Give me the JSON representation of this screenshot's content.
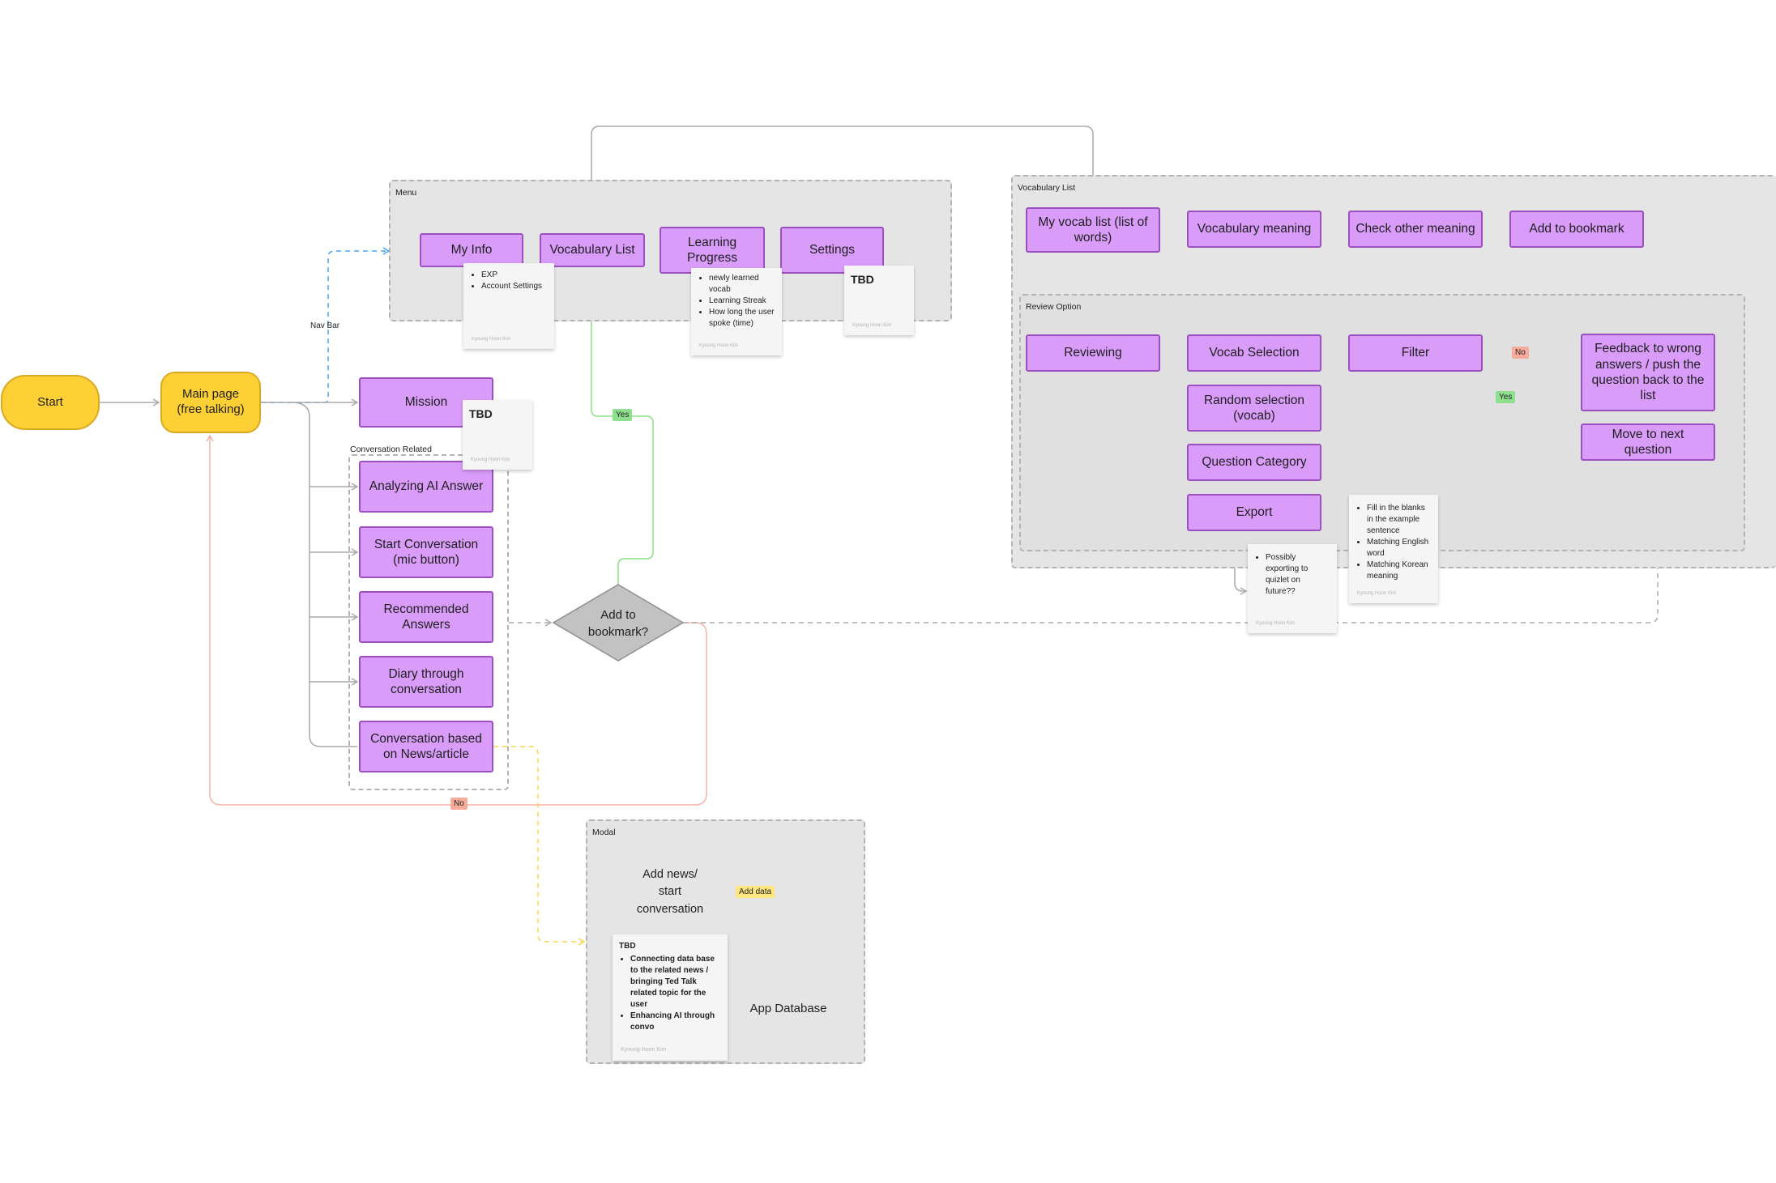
{
  "colors": {
    "terminal_fill": "#fdd136",
    "process_fill": "#d99cf9",
    "process_border": "#9b4fc0",
    "decision_fill": "#c2c2c2",
    "input_fill": "#7eb2f7",
    "database_fill": "#fdd136",
    "edge_gray": "#aaaaaa",
    "edge_blue": "#4aa3f0",
    "edge_green": "#8ddd8b",
    "edge_red": "#f8b3a5",
    "edge_yellow": "#f7d64d"
  },
  "nodes": {
    "start": "Start",
    "main_page": "Main page\n(free talking)",
    "my_info": "My Info",
    "vocabulary_list": "Vocabulary List",
    "learning_progress": "Learning\nProgress",
    "settings": "Settings",
    "mission": "Mission",
    "analyzing_ai": "Analyzing AI Answer",
    "start_conversation": "Start Conversation\n(mic button)",
    "recommended_answers": "Recommended\nAnswers",
    "diary": "Diary through\nconversation",
    "conversation_news": "Conversation based\non News/article",
    "add_to_bookmark_decision": "Add to\nbookmark?",
    "add_news": "Add news/\nstart\nconversation",
    "app_database": "App Database",
    "my_vocab_list": "My vocab list (list of\nwords)",
    "vocabulary_meaning": "Vocabulary meaning",
    "check_other_meaning": "Check other meaning",
    "add_to_bookmark": "Add to bookmark",
    "reviewing": "Reviewing",
    "vocab_selection": "Vocab Selection",
    "filter": "Filter",
    "feedback": "Feedback to wrong\nanswers / push the\nquestion back to the\nlist",
    "random_selection": "Random selection\n(vocab)",
    "move_next": "Move to next question",
    "question_category": "Question Category",
    "export": "Export"
  },
  "sections": {
    "menu": "Menu",
    "conversation_related": "Conversation Related",
    "modal": "Modal",
    "vocabulary_list": "Vocabulary List",
    "review_option": "Review Option"
  },
  "labels": {
    "nav_bar": "Nav Bar",
    "yes": "Yes",
    "no": "No",
    "add_data": "Add data"
  },
  "notes": {
    "my_info": {
      "items": [
        "EXP",
        "Account Settings"
      ],
      "author": "Kyoung Hoon Kim"
    },
    "learning_progress": {
      "items": [
        "newly learned vocab",
        "Learning Streak",
        "How long the user spoke (time)"
      ],
      "author": "Kyoung Hoon Kim"
    },
    "settings": {
      "title": "TBD",
      "author": "Kyoung Hoon Kim"
    },
    "mission": {
      "title": "TBD",
      "author": "Kyoung Hoon Kim"
    },
    "modal": {
      "title": "TBD",
      "items": [
        "Connecting data base to the related news / bringing Ted Talk related topic for the user",
        "Enhancing AI through convo"
      ],
      "author": "Kyoung Hoon Kim"
    },
    "export": {
      "items": [
        "Possibly exporting to quizlet on future??"
      ],
      "author": "Kyoung Hoon Kim"
    },
    "question_category": {
      "items": [
        "Fill in the blanks in the example sentence",
        "Matching English word",
        "Matching Korean meaning"
      ],
      "author": "Kyoung Hoon Kim"
    }
  }
}
